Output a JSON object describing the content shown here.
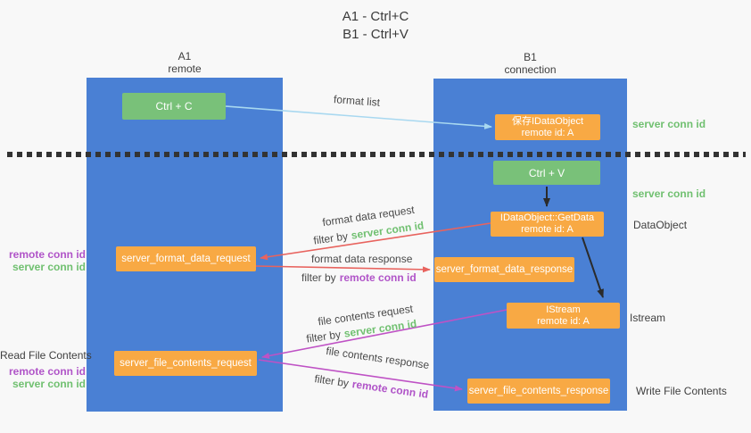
{
  "title": {
    "lines": [
      "A1 - Ctrl+C",
      "B1 - Ctrl+V"
    ]
  },
  "lifelines": {
    "left": {
      "name": "A1",
      "role": "remote"
    },
    "right": {
      "name": "B1",
      "role": "connection"
    }
  },
  "nodes": {
    "ctrl_c": {
      "label": "Ctrl + C"
    },
    "ctrl_v": {
      "label": "Ctrl + V"
    },
    "save_dataobject": {
      "line1": "保存IDataObject",
      "line2": "remote id: A"
    },
    "getdata": {
      "line1": "IDataObject::GetData",
      "line2": "remote id: A"
    },
    "istream": {
      "line1": "IStream",
      "line2": "remote id: A"
    },
    "format_request": {
      "label": "server_format_data_request"
    },
    "format_response": {
      "label": "server_format_data_response"
    },
    "file_request": {
      "label": "server_file_contents_request"
    },
    "file_response": {
      "label": "server_file_contents_response"
    }
  },
  "arrow_labels": {
    "format_list": "format list",
    "format_data_request": "format data request",
    "format_data_response": "format data response",
    "file_contents_request": "file contents request",
    "file_contents_response": "file contents response",
    "filter_by": "filter by",
    "server_conn_id": "server conn id",
    "remote_conn_id": "remote conn id"
  },
  "side_labels": {
    "server_conn_top": "server conn id",
    "server_conn_mid": "server conn id",
    "dataobject": "DataObject",
    "istream": "Istream",
    "write_file_contents": "Write File Contents",
    "read_file_contents": "Read File Contents",
    "remote_conn_left_1": "remote conn id",
    "server_conn_left_1": "server conn id",
    "remote_conn_left_2": "remote conn id",
    "server_conn_left_2": "server conn id"
  },
  "colors": {
    "background": "#f8f8f8",
    "lifeline_blue": "#4a80d4",
    "node_green": "#79c179",
    "node_orange": "#f8a944",
    "arrow_lightblue": "#a8d8f0",
    "arrow_red": "#e8635e",
    "arrow_magenta": "#bf52c5",
    "arrow_black": "#2b2b2b",
    "divider_black": "#333333",
    "text_green": "#70c070",
    "text_purple": "#b054c8",
    "text_dark": "#3f3f3f"
  }
}
